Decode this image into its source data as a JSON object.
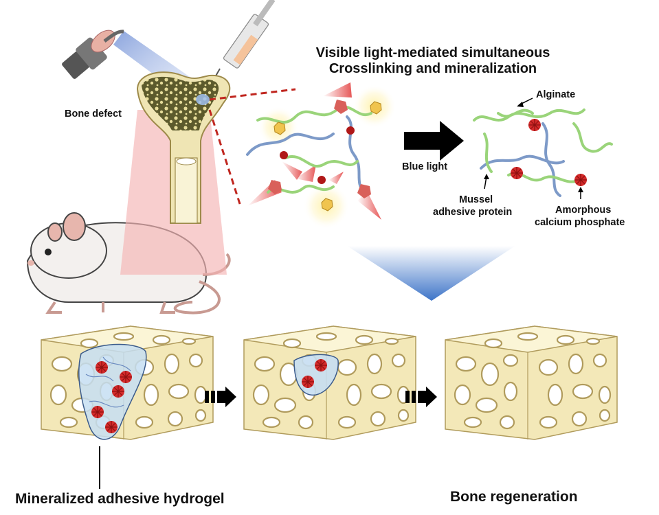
{
  "title": {
    "line1": "Visible light-mediated simultaneous",
    "line2": "Crosslinking and mineralization"
  },
  "labels": {
    "bone_defect": "Bone defect",
    "blue_light": "Blue light",
    "alginate": "Alginate",
    "mussel_line1": "Mussel",
    "mussel_line2": "adhesive protein",
    "acp_line1": "Amorphous",
    "acp_line2": "calcium phosphate",
    "hydrogel": "Mineralized adhesive hydrogel",
    "regeneration": "Bone regeneration"
  },
  "colors": {
    "alginate_strand": "#9ad47a",
    "protein_strand": "#7d9ac8",
    "mineral": "#d32a2a",
    "bone": "#f1e6b4",
    "bone_edge": "#b59f5e",
    "hydrogel": "#c6def2",
    "arrow": "#000000"
  }
}
